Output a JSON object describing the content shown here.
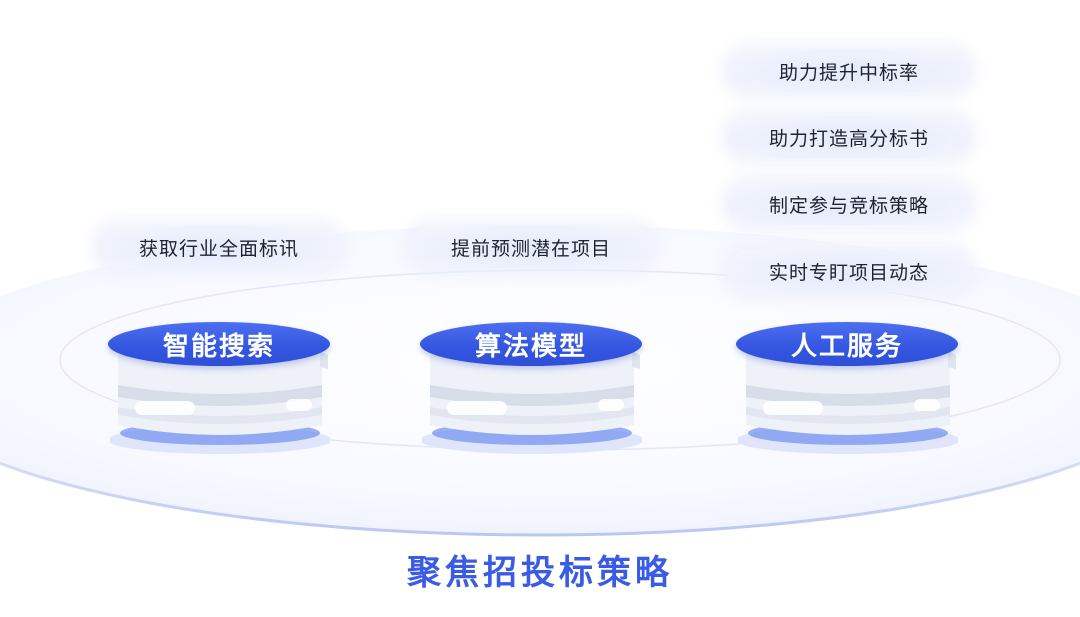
{
  "main_title": "聚焦招投标策略",
  "pillars": [
    {
      "label": "智能搜索",
      "tags": [
        "获取行业全面标讯"
      ]
    },
    {
      "label": "算法模型",
      "tags": [
        "提前预测潜在项目"
      ]
    },
    {
      "label": "人工服务",
      "tags": [
        "助力提升中标率",
        "助力打造高分标书",
        "制定参与竞标策略",
        "实时专盯项目动态"
      ]
    }
  ],
  "colors": {
    "accent": "#3a5be6",
    "disk_blue": "#3355e0",
    "pill_bg": "#edf1fc",
    "text": "#1f2330",
    "platform_edge": "#c4d0f6"
  }
}
